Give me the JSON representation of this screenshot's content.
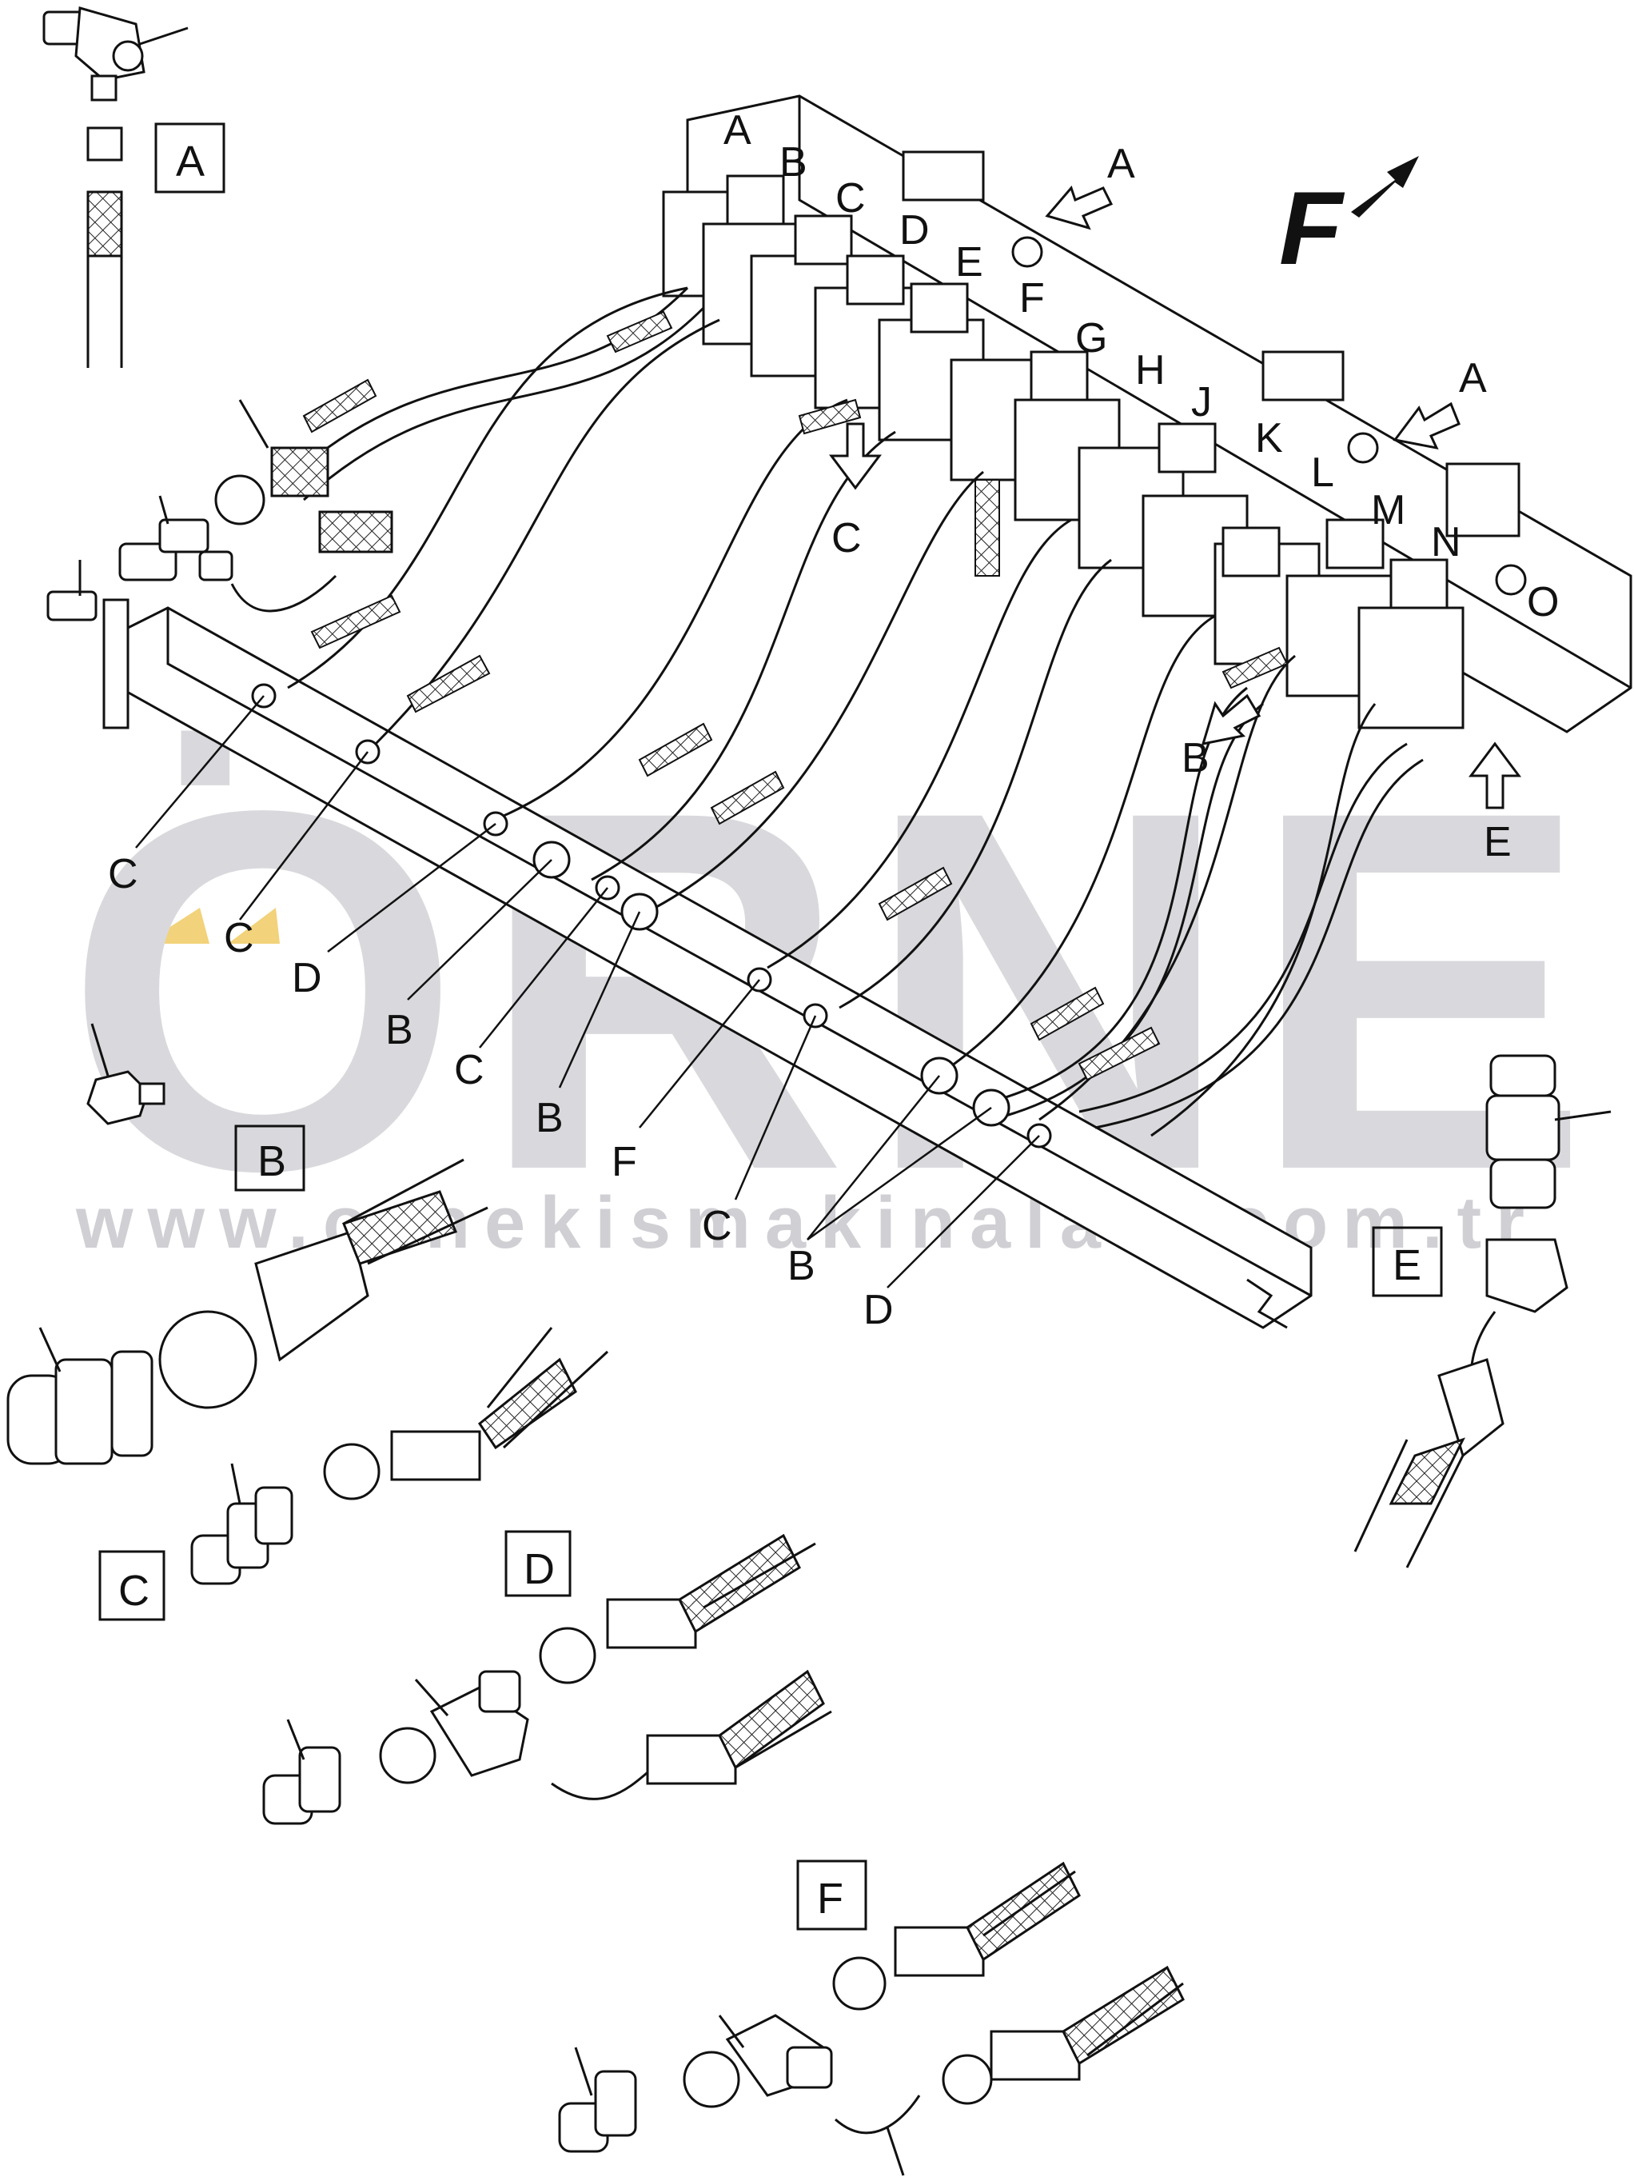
{
  "watermark": {
    "brand": "ÖRNEK",
    "url": "www.ornekismakinalari.com.tr",
    "accent_color": "#f2d27a",
    "brand_color": "#d9d9dd"
  },
  "direction_marker": "F",
  "valve_labels": [
    "A",
    "B",
    "C",
    "D",
    "E",
    "F",
    "G",
    "H",
    "J",
    "K",
    "L",
    "M",
    "N",
    "O"
  ],
  "detail_labels": {
    "a": "A",
    "b": "B",
    "c": "C",
    "d": "D",
    "e": "E",
    "f": "F"
  },
  "arrow_labels": {
    "top_a": "A",
    "mid_a": "A",
    "c": "C",
    "b": "B",
    "e": "E"
  },
  "callouts": {
    "c1": "C",
    "c2": "C",
    "d1": "D",
    "b1": "B",
    "c3": "C",
    "b2": "B",
    "f1": "F",
    "c4": "C",
    "c5": "C",
    "b3": "B",
    "d2": "D"
  }
}
